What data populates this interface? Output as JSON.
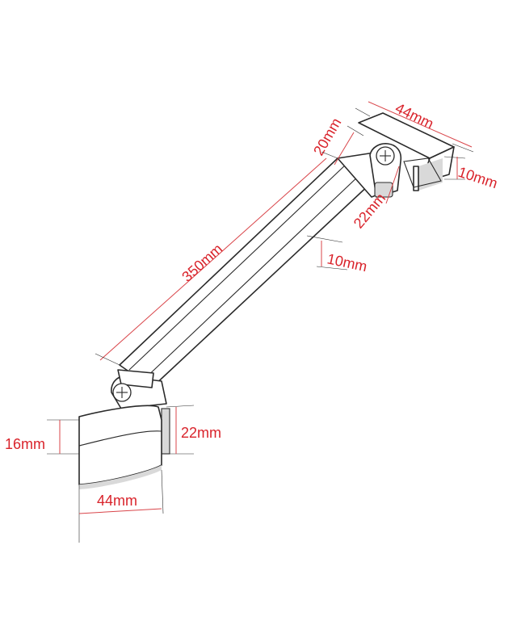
{
  "colors": {
    "dimension_text": "#d9232b",
    "dimension_line": "#d9454a",
    "outline": "#2a2a2a",
    "shading": "#d9d9d9",
    "background": "#ffffff"
  },
  "icons": {
    "screw_top": "phillips-screw-icon",
    "screw_bottom": "phillips-screw-icon"
  },
  "dimensions": {
    "top_mount_width": "44mm",
    "top_mount_depth": "20mm",
    "top_mount_thickness": "10mm",
    "top_clamp_height": "22mm",
    "bar_length": "350mm",
    "bar_thickness": "10mm",
    "bottom_clamp_height": "22mm",
    "bottom_plate_height": "16mm",
    "bottom_plate_width": "44mm"
  }
}
